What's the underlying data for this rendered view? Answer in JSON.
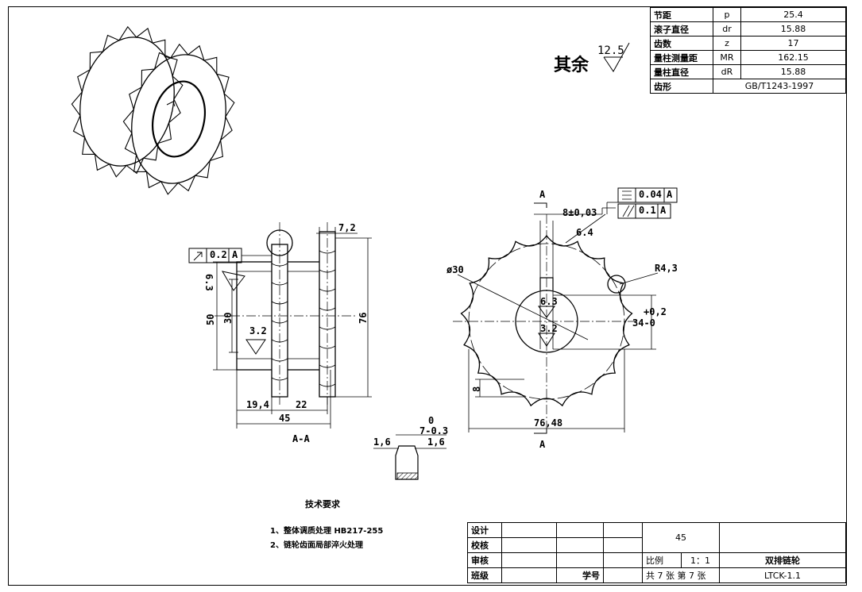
{
  "params": [
    {
      "name": "节距",
      "symbol": "p",
      "value": "25.4"
    },
    {
      "name": "滚子直径",
      "symbol": "dr",
      "value": "15.88"
    },
    {
      "name": "齿数",
      "symbol": "z",
      "value": "17"
    },
    {
      "name": "量柱测量距",
      "symbol": "MR",
      "value": "162.15"
    },
    {
      "name": "量柱直径",
      "symbol": "dR",
      "value": "15.88"
    },
    {
      "name": "齿形",
      "symbol": "",
      "value": "GB/T1243-1997"
    }
  ],
  "roughness": {
    "label": "其余",
    "value": "12.5"
  },
  "section_view": {
    "runout_tol": "0.2",
    "datum": "A",
    "dim_7_2": "7,2",
    "dim_6_3": "6.3",
    "dim_50": "50",
    "dim_30": "30",
    "rough_3_2": "3.2",
    "dim_76": "76",
    "dim_19_4": "19,4",
    "dim_22": "22",
    "dim_45": "45",
    "caption": "A-A"
  },
  "front_view": {
    "section_mark": "A",
    "sym_tol": "0.04",
    "par_tol": "0.1",
    "datum": "A",
    "dim_8": "8±0,03",
    "dim_6_4": "6.4",
    "dim_r": "R4,3",
    "dim_d30": "ø30",
    "rough_6_3": "6.3",
    "rough_3_2": "3.2",
    "dim_34_upper": "+0,2",
    "dim_34": "34-0",
    "dim_8v": "8",
    "dim_76_48": "76,48"
  },
  "tooth_detail": {
    "tol_upper": "0",
    "tol_main": "7-0.3",
    "dim_left": "1,6",
    "dim_right": "1,6"
  },
  "tech_req": {
    "title": "技术要求",
    "items": [
      "1、整体调质处理  HB217-255",
      "2、链轮齿面局部淬火处理"
    ]
  },
  "title_block": {
    "design": "设计",
    "check": "校核",
    "review": "审核",
    "class": "班级",
    "student_no": "学号",
    "material": "45",
    "scale_label": "比例",
    "scale": "1：1",
    "part_name": "双排链轮",
    "sheets": "共 7 张 第 7 张",
    "drawing_no": "LTCK-1.1"
  }
}
